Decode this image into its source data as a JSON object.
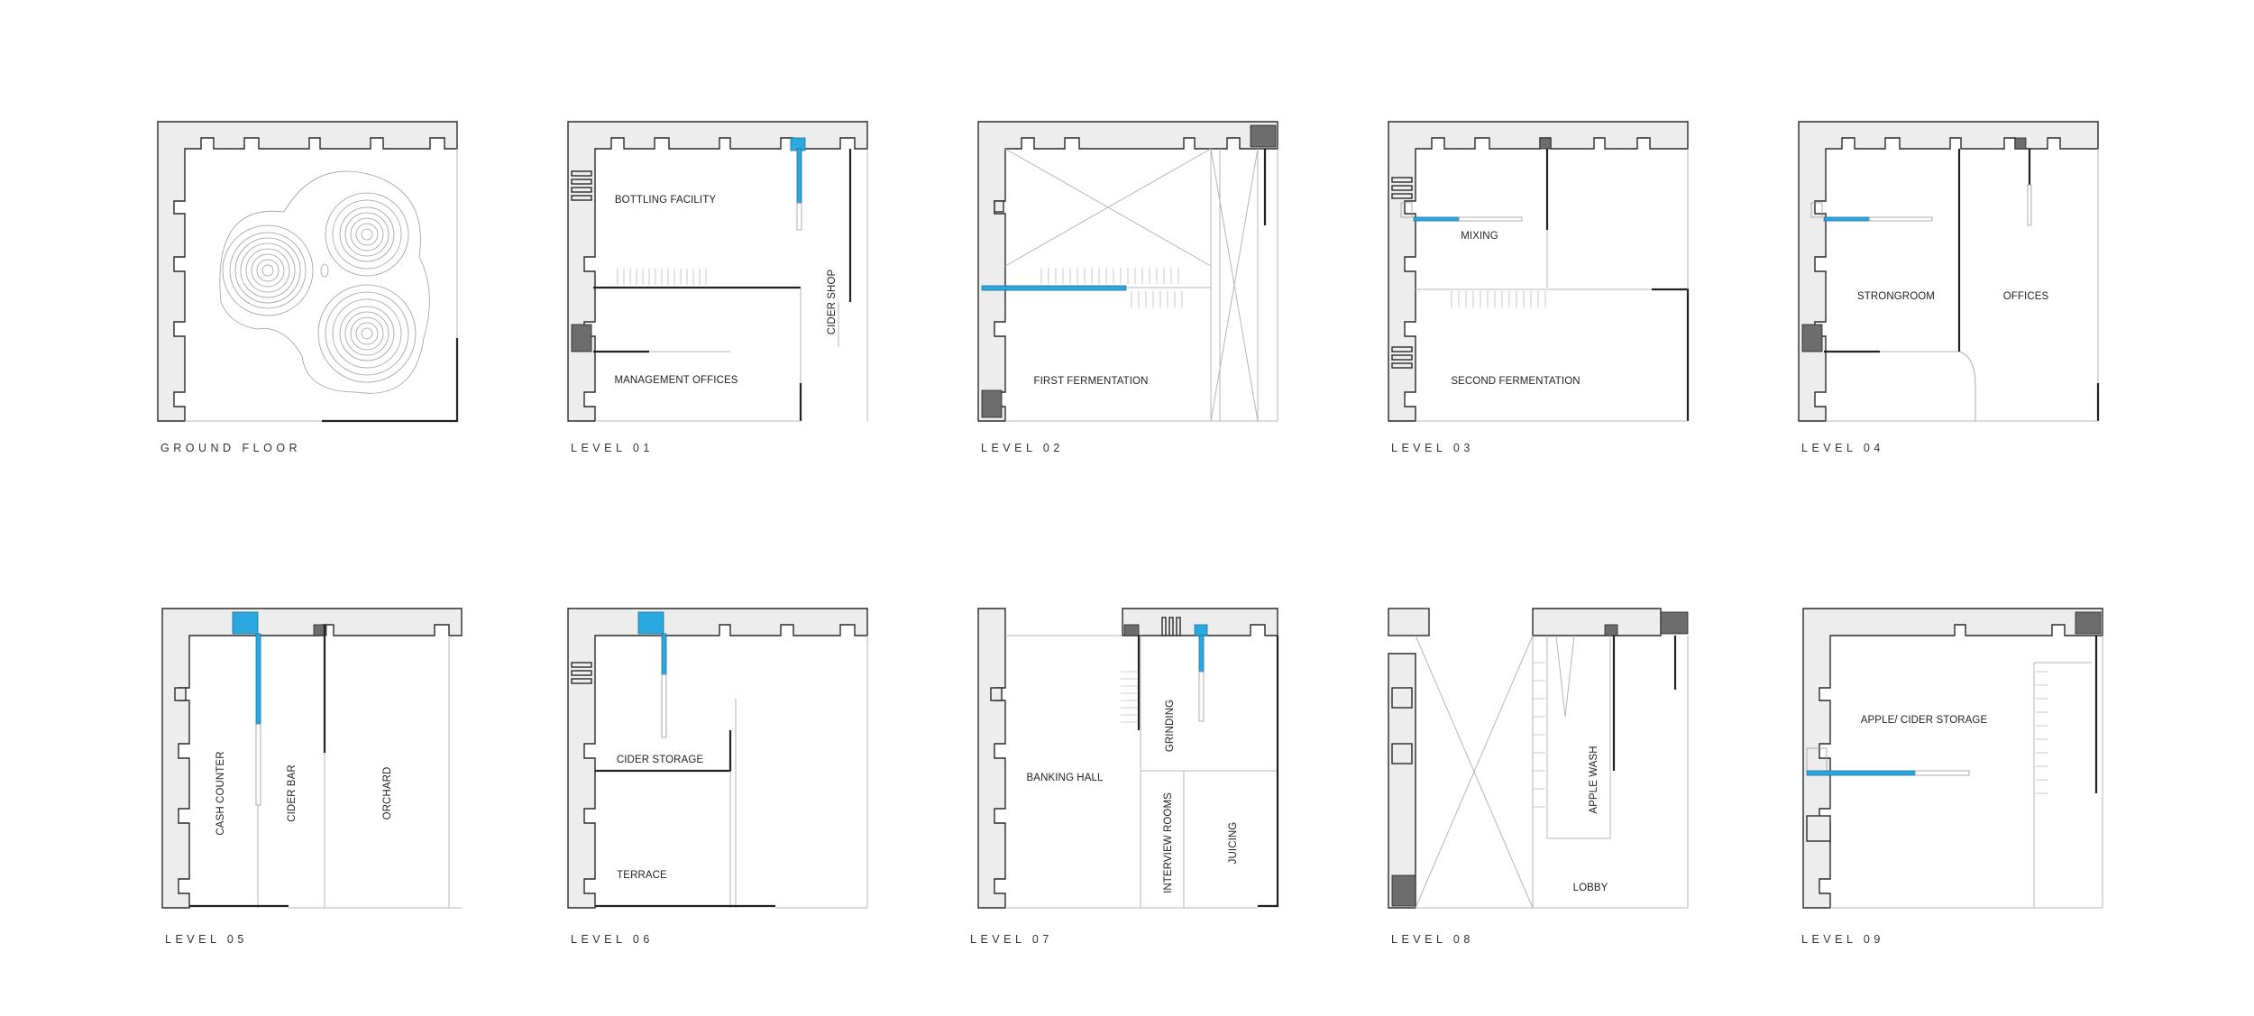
{
  "colors": {
    "accent_blue": "#2aa9e0",
    "wall_fill": "#ededed",
    "line": "#2a2a2a"
  },
  "plans": [
    {
      "caption": "GROUND FLOOR",
      "rooms": []
    },
    {
      "caption": "LEVEL 01",
      "rooms": [
        "BOTTLING FACILITY",
        "CIDER SHOP",
        "MANAGEMENT OFFICES"
      ]
    },
    {
      "caption": "LEVEL 02",
      "rooms": [
        "FIRST FERMENTATION"
      ]
    },
    {
      "caption": "LEVEL 03",
      "rooms": [
        "MIXING",
        "SECOND FERMENTATION"
      ]
    },
    {
      "caption": "LEVEL 04",
      "rooms": [
        "STRONGROOM",
        "OFFICES"
      ]
    },
    {
      "caption": "LEVEL 05",
      "rooms": [
        "CASH COUNTER",
        "CIDER BAR",
        "ORCHARD"
      ]
    },
    {
      "caption": "LEVEL 06",
      "rooms": [
        "CIDER STORAGE",
        "TERRACE"
      ]
    },
    {
      "caption": "LEVEL 07",
      "rooms": [
        "BANKING HALL",
        "GRINDING",
        "INTERVIEW ROOMS",
        "JUICING"
      ]
    },
    {
      "caption": "LEVEL 08",
      "rooms": [
        "APPLE WASH",
        "LOBBY"
      ]
    },
    {
      "caption": "LEVEL 09",
      "rooms": [
        "APPLE/ CIDER STORAGE"
      ]
    }
  ]
}
